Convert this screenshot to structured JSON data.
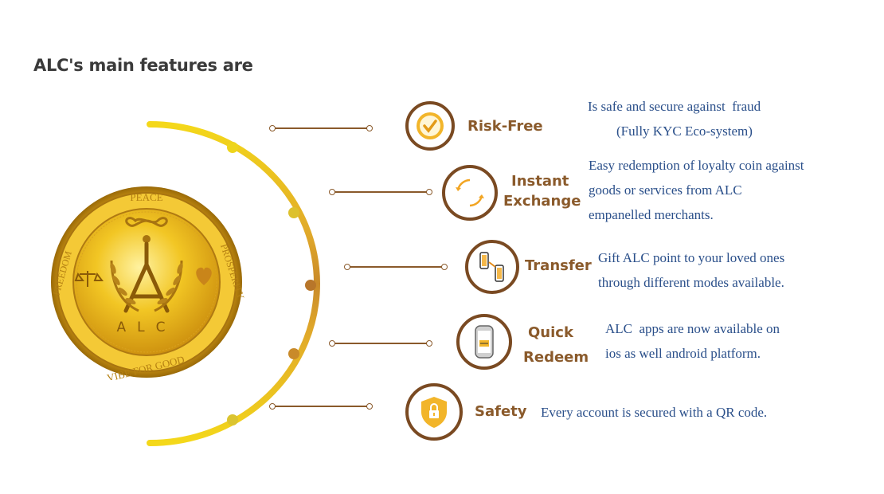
{
  "title": "ALC's main features are",
  "coin": {
    "center_text": "ALC",
    "ring_texts": [
      "PEACE",
      "PROSPERITY",
      "VIBE FOR GOOD",
      "FREEDOM"
    ]
  },
  "features": [
    {
      "name": "Risk-Free",
      "desc_line1": "Is safe and secure against  fraud",
      "desc_line2": "(Fully KYC Eco-system)",
      "icon": "check-badge-icon"
    },
    {
      "name_line1": "Instant",
      "name_line2": "Exchange",
      "desc_line1": "Easy redemption of loyalty coin against",
      "desc_line2": "goods or services from ALC",
      "desc_line3": "empanelled merchants.",
      "icon": "refresh-arrows-icon"
    },
    {
      "name": "Transfer",
      "desc_line1": "Gift ALC point to your loved ones",
      "desc_line2": "through different modes available.",
      "icon": "phone-transfer-icon"
    },
    {
      "name_line1": "Quick",
      "name_line2": "Redeem",
      "desc_line1": "ALC  apps are now available on",
      "desc_line2": "ios as well android platform.",
      "icon": "mobile-phone-icon"
    },
    {
      "name": "Safety",
      "desc_line1": "Every account is secured with a QR code.",
      "icon": "shield-lock-icon"
    }
  ],
  "colors": {
    "title": "#3a3a3a",
    "feature_name": "#8a5a2b",
    "description": "#2a4f8a",
    "arc_yellow": "#f2d21b",
    "arc_orange": "#d4912a",
    "gold": "#e8b923"
  }
}
